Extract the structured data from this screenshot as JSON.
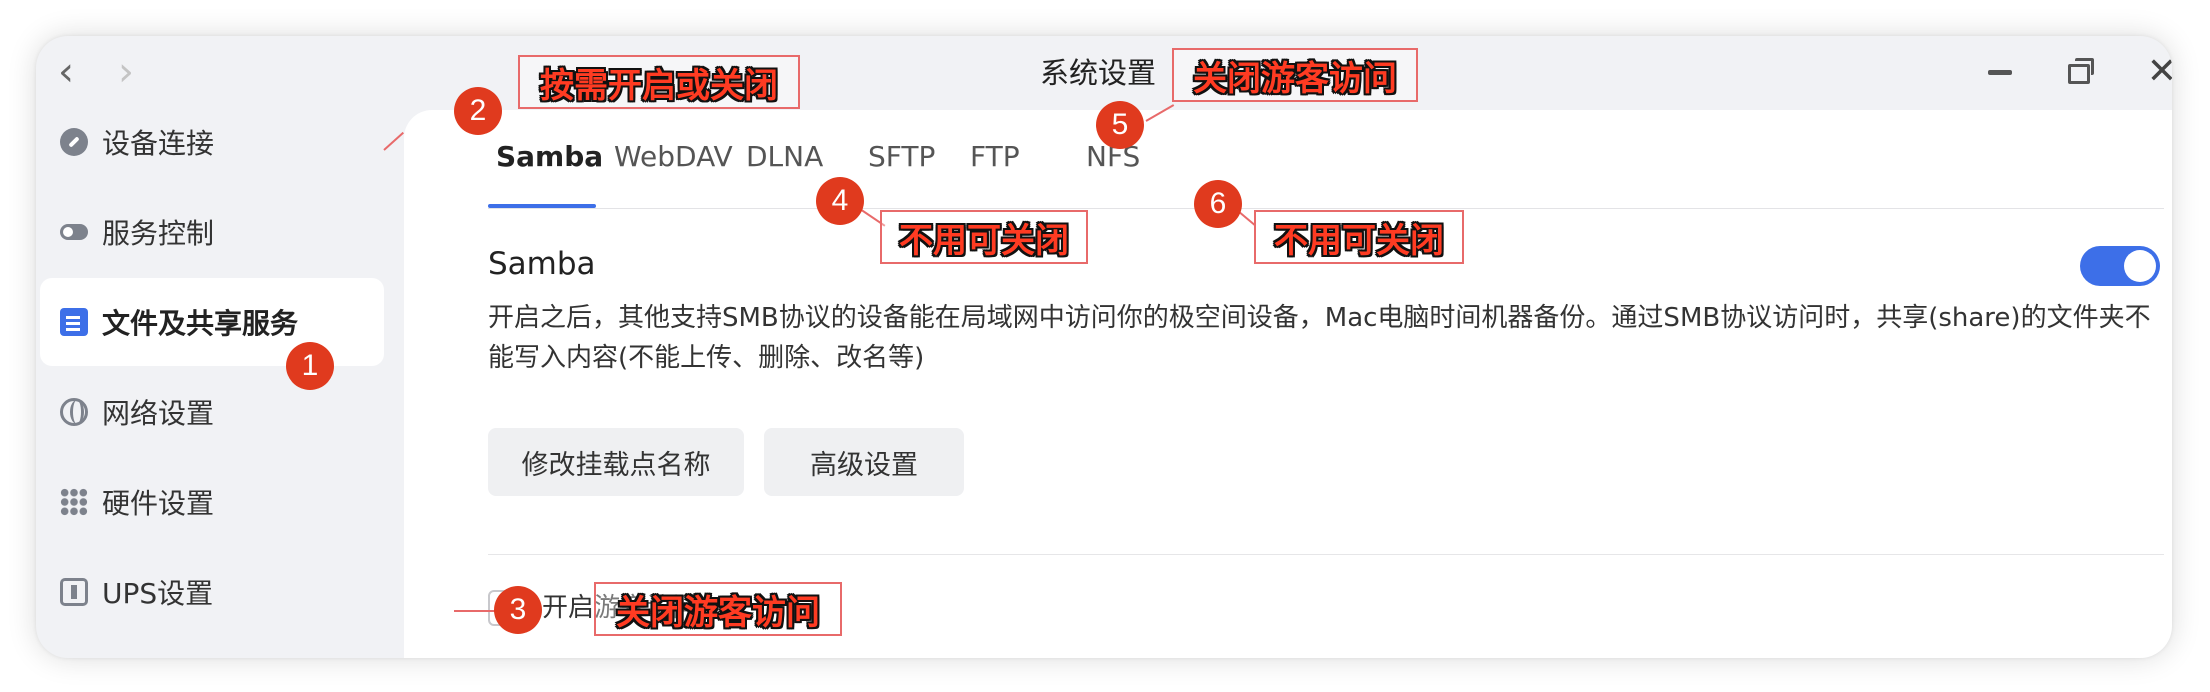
{
  "window": {
    "title": "系统设置"
  },
  "sidebar": {
    "items": [
      {
        "label": "设备连接",
        "icon": "link-icon",
        "active": false
      },
      {
        "label": "服务控制",
        "icon": "toggle-icon",
        "active": false
      },
      {
        "label": "文件及共享服务",
        "icon": "file-share-icon",
        "active": true
      },
      {
        "label": "网络设置",
        "icon": "globe-icon",
        "active": false
      },
      {
        "label": "硬件设置",
        "icon": "grid-icon",
        "active": false
      },
      {
        "label": "UPS设置",
        "icon": "battery-icon",
        "active": false
      }
    ]
  },
  "tabs": [
    {
      "label": "Samba",
      "active": true
    },
    {
      "label": "WebDAV",
      "active": false
    },
    {
      "label": "DLNA",
      "active": false
    },
    {
      "label": "SFTP",
      "active": false
    },
    {
      "label": "FTP",
      "active": false
    },
    {
      "label": "NFS",
      "active": false
    }
  ],
  "samba": {
    "title": "Samba",
    "enabled": true,
    "description": "开启之后，其他支持SMB协议的设备能在局域网中访问你的极空间设备，Mac电脑时间机器备份。通过SMB协议访问时，共享(share)的文件夹不能写入内容(不能上传、删除、改名等)",
    "buttons": {
      "rename_mount": "修改挂载点名称",
      "advanced": "高级设置"
    },
    "guest_access": {
      "label": "开启游客访问",
      "checked": false
    }
  },
  "annotations": [
    {
      "number": "1",
      "text": ""
    },
    {
      "number": "2",
      "text": "按需开启或关闭"
    },
    {
      "number": "3",
      "text": "关闭游客访问"
    },
    {
      "number": "4",
      "text": "不用可关闭"
    },
    {
      "number": "5",
      "text": "关闭游客访问"
    },
    {
      "number": "6",
      "text": "不用可关闭"
    }
  ],
  "colors": {
    "accent": "#3d6fe8",
    "annotation_badge": "#e03a1e",
    "annotation_text": "#ff3b22",
    "annotation_border": "#e86a6a"
  }
}
